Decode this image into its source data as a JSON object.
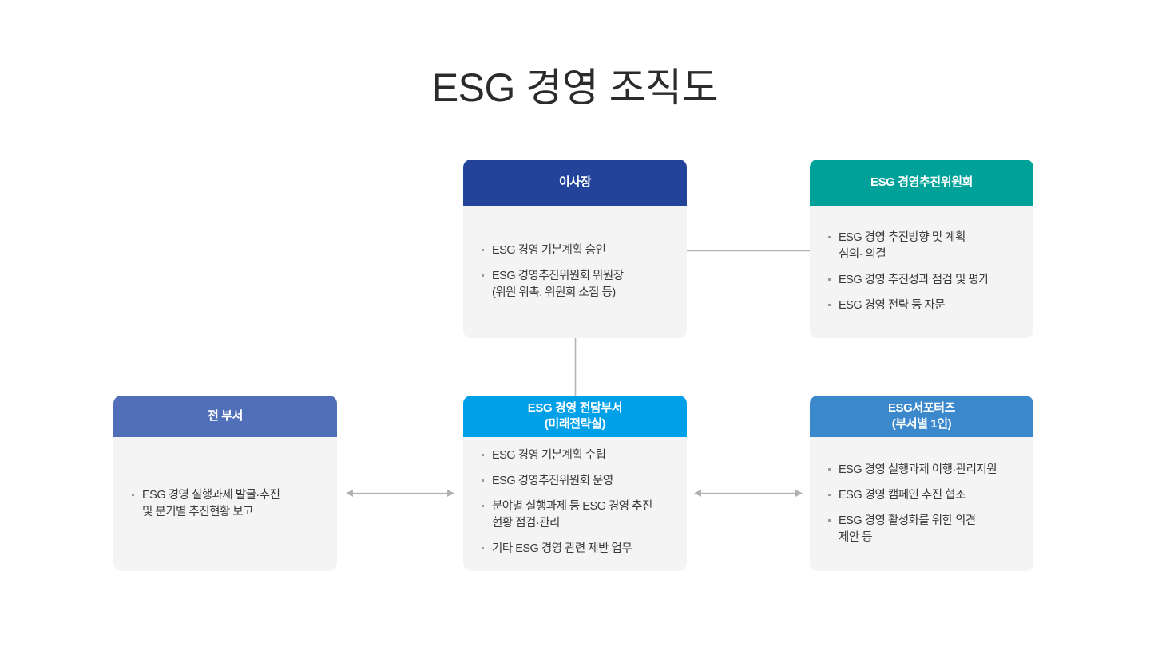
{
  "page": {
    "title": "ESG 경영 조직도",
    "background": "#ffffff",
    "body_fill": "#f4f4f4",
    "line_color": "#b5b5b5"
  },
  "nodes": {
    "chairman": {
      "header": "이사장",
      "header_color": "#23439b",
      "items": [
        "ESG 경영 기본계획 승인",
        "ESG 경영추진위원회 위원장\n(위원 위촉, 위원회 소집 등)"
      ]
    },
    "committee": {
      "header": "ESG 경영추진위원회",
      "header_color": "#00a199",
      "items": [
        "ESG 경영 추진방향 및 계획\n심의· 의결",
        "ESG 경영 추진성과 점검 및 평가",
        "ESG 경영 전략 등 자문"
      ]
    },
    "all_departments": {
      "header": "전 부서",
      "header_color": "#506fb8",
      "items": [
        "ESG 경영 실행과제 발굴·추진\n및 분기별 추진현황 보고"
      ]
    },
    "dedicated_department": {
      "header_line1": "ESG 경영 전담부서",
      "header_line2": "(미래전략실)",
      "header_color": "#00a0e9",
      "items": [
        "ESG 경영 기본계획 수립",
        "ESG 경영추진위원회 운영",
        "분야별 실행과제 등 ESG 경영 추진\n현황 점검·관리",
        "기타 ESG 경영 관련 제반 업무"
      ]
    },
    "supporters": {
      "header_line1": "ESG서포터즈",
      "header_line2": "(부서별 1인)",
      "header_color": "#3c88cc",
      "items": [
        "ESG 경영 실행과제 이행·관리지원",
        "ESG 경영 캠페인 추진 협조",
        "ESG 경영 활성화를 위한 의견\n제안 등"
      ]
    }
  },
  "connectors": [
    {
      "name": "chairman-to-committee",
      "type": "line",
      "orientation": "horizontal"
    },
    {
      "name": "chairman-to-dedicated",
      "type": "line",
      "orientation": "vertical"
    },
    {
      "name": "all-depts-to-dedicated",
      "type": "double-arrow",
      "orientation": "horizontal"
    },
    {
      "name": "dedicated-to-supporters",
      "type": "double-arrow",
      "orientation": "horizontal"
    }
  ]
}
